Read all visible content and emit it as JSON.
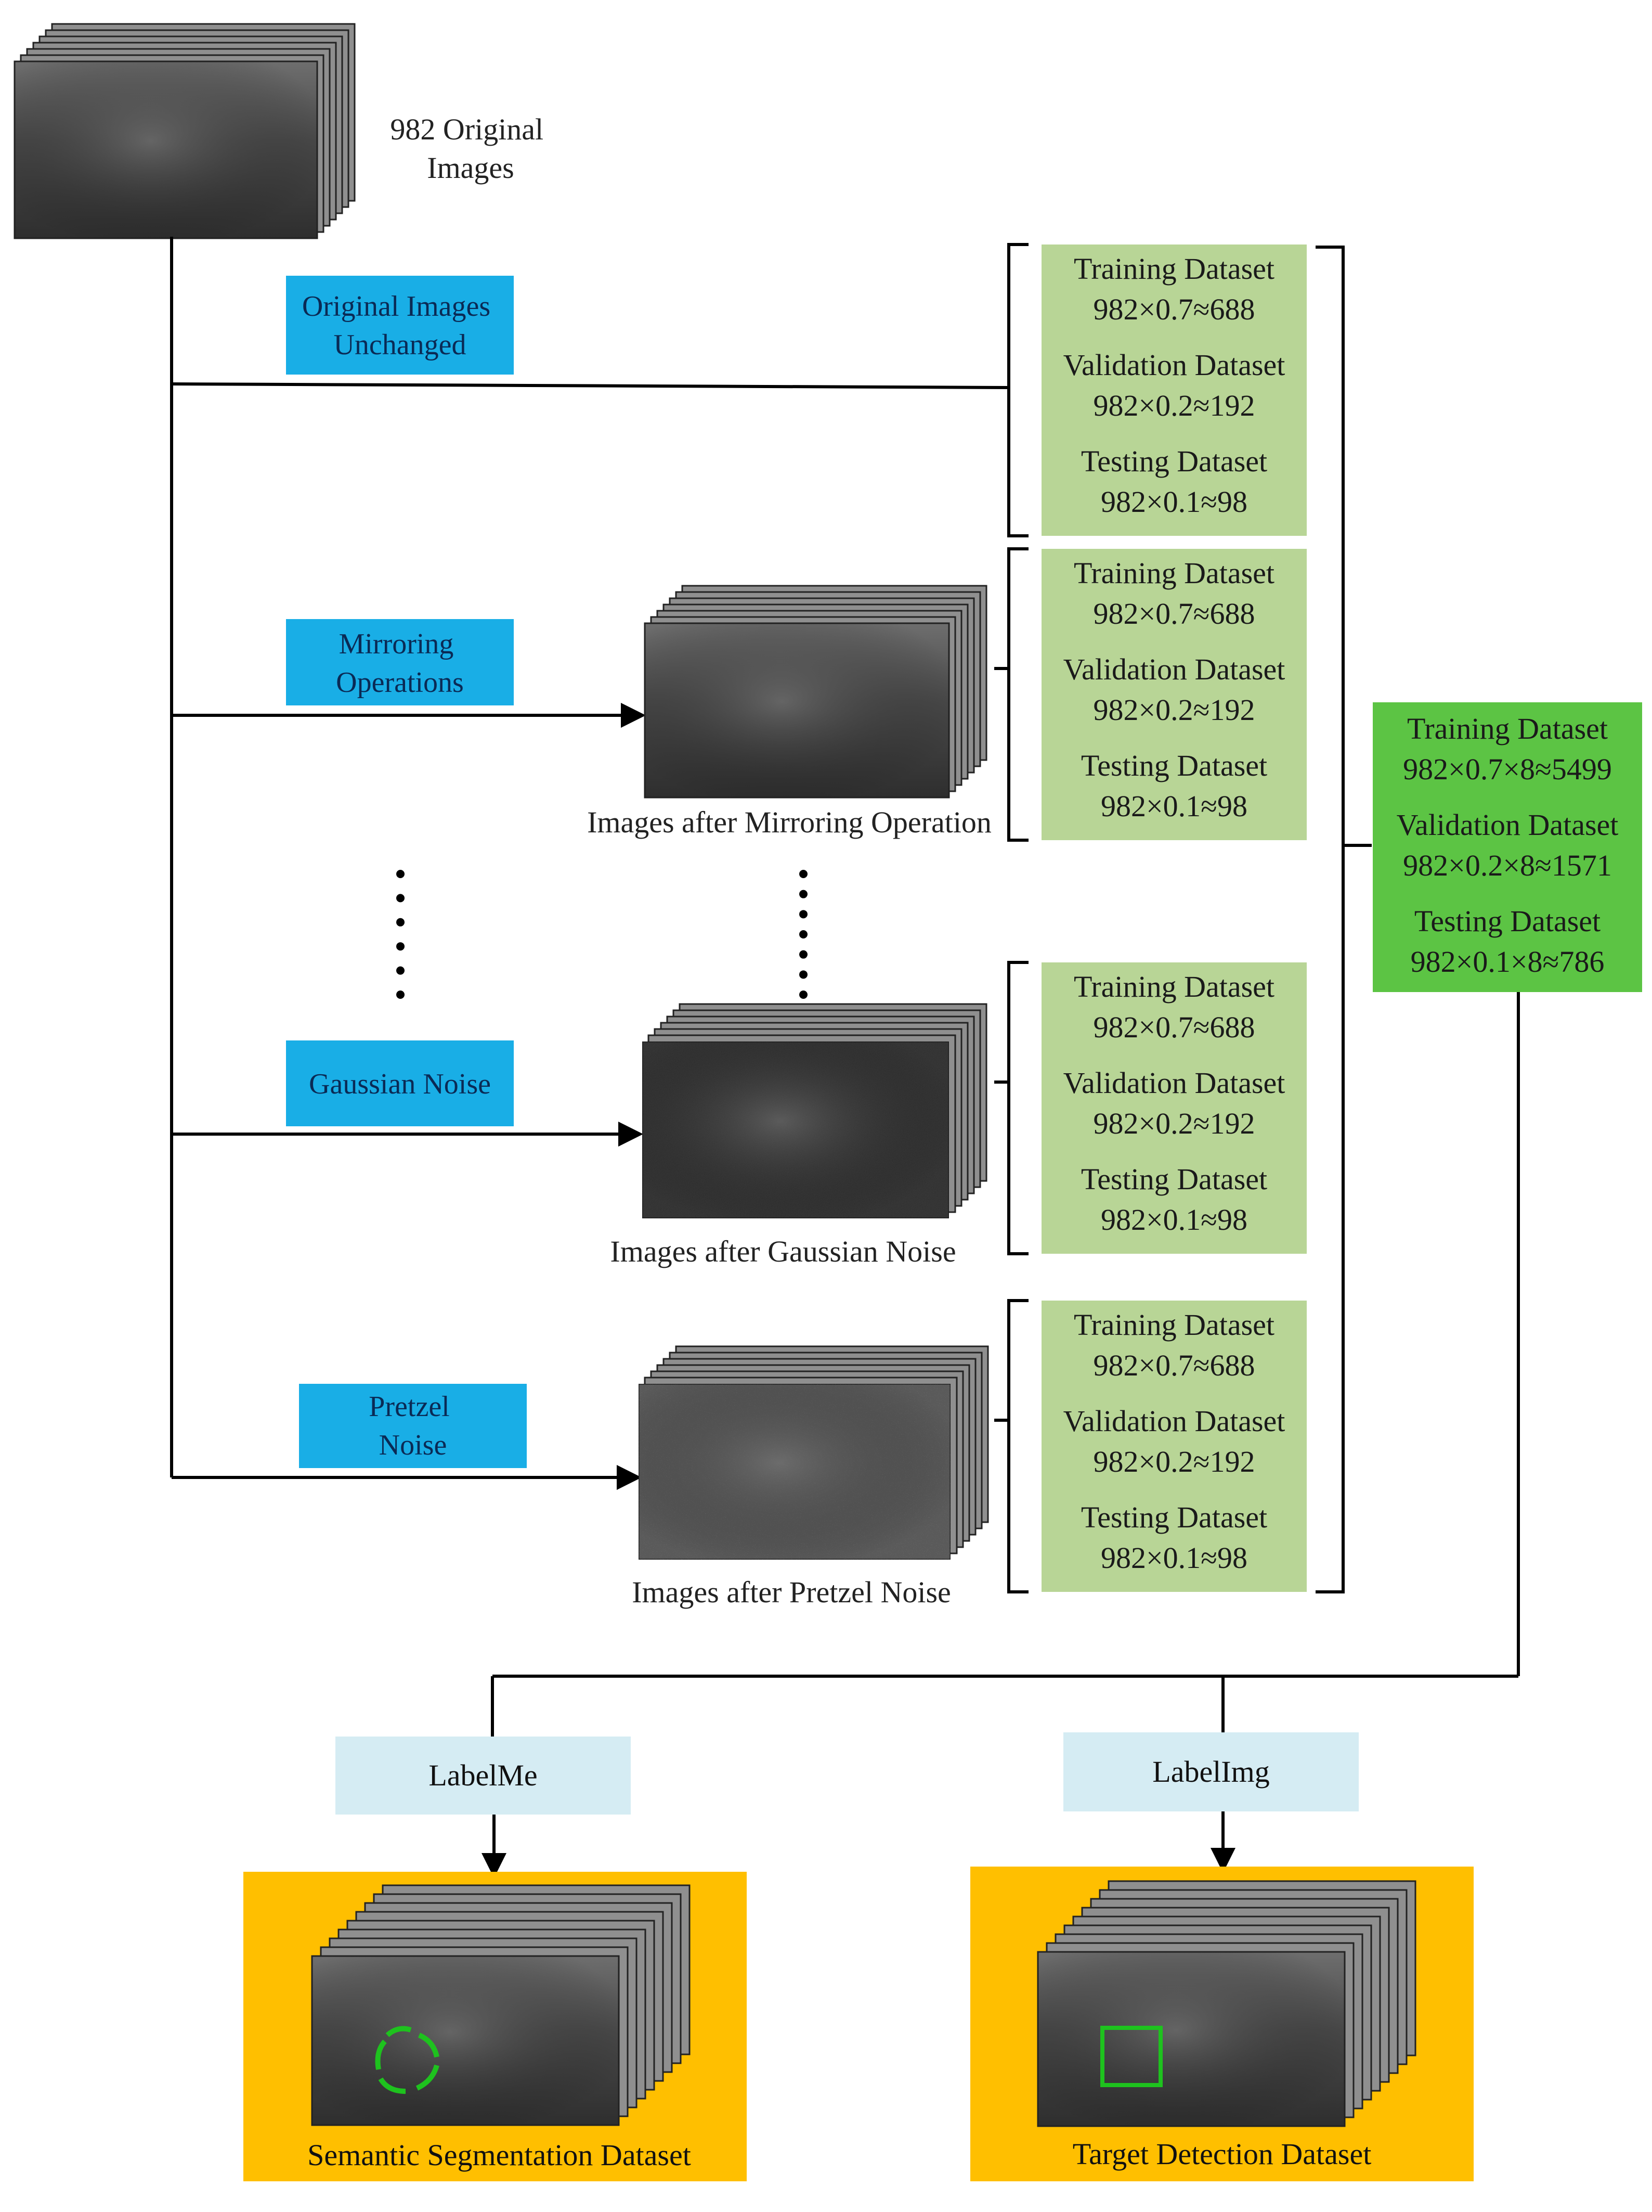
{
  "colors": {
    "blue": "#19aee6",
    "light_green": "#b8d596",
    "green": "#5cc444",
    "light_blue": "#d5ecf3",
    "orange": "#ffbf00",
    "seg_mark": "#1ec21e"
  },
  "source": {
    "label": "982 Original Images"
  },
  "ops": [
    {
      "label": "Original Images Unchanged"
    },
    {
      "label": "Mirroring Operations"
    },
    {
      "label": "Gaussian Noise"
    },
    {
      "label": "Pretzel Noise"
    }
  ],
  "result_captions": [
    "Images after Mirroring Operation",
    "Images after Gaussian Noise",
    "Images after Pretzel Noise"
  ],
  "splits": [
    [
      {
        "name": "Training Dataset",
        "value": "982×0.7≈688"
      },
      {
        "name": "Validation Dataset",
        "value": "982×0.2≈192"
      },
      {
        "name": "Testing Dataset",
        "value": "982×0.1≈98"
      }
    ],
    [
      {
        "name": "Training Dataset",
        "value": "982×0.7≈688"
      },
      {
        "name": "Validation Dataset",
        "value": "982×0.2≈192"
      },
      {
        "name": "Testing Dataset",
        "value": "982×0.1≈98"
      }
    ],
    [
      {
        "name": "Training Dataset",
        "value": "982×0.7≈688"
      },
      {
        "name": "Validation Dataset",
        "value": "982×0.2≈192"
      },
      {
        "name": "Testing Dataset",
        "value": "982×0.1≈98"
      }
    ],
    [
      {
        "name": "Training Dataset",
        "value": "982×0.7≈688"
      },
      {
        "name": "Validation Dataset",
        "value": "982×0.2≈192"
      },
      {
        "name": "Testing Dataset",
        "value": "982×0.1≈98"
      }
    ]
  ],
  "total": [
    {
      "name": "Training Dataset",
      "value": "982×0.7×8≈5499"
    },
    {
      "name": "Validation Dataset",
      "value": "982×0.2×8≈1571"
    },
    {
      "name": "Testing Dataset",
      "value": "982×0.1×8≈786"
    }
  ],
  "tools": [
    {
      "label": "LabelMe"
    },
    {
      "label": "LabelImg"
    }
  ],
  "outputs": [
    {
      "label": "Semantic Segmentation Dataset"
    },
    {
      "label": "Target Detection Dataset"
    }
  ]
}
